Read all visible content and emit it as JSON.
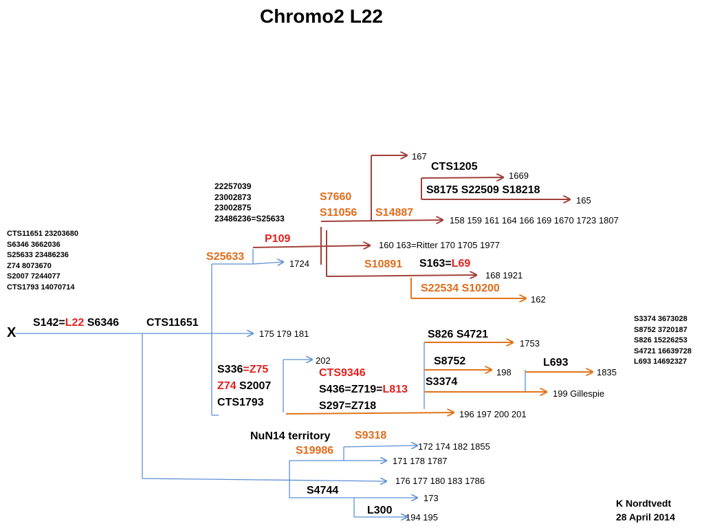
{
  "title": "Chromo2  L22",
  "root_label": "X",
  "nodes": {
    "s142_pre": "S142=",
    "l22": "L22",
    "s6346": " S6346",
    "cts11651": "CTS11651",
    "s25633": "S25633",
    "p109": "P109",
    "s7660": "S7660",
    "s11056": "S11056",
    "s14887": "S14887",
    "cts1205": "CTS1205",
    "s8175": "S8175 S22509 S18218",
    "s10891": "S10891",
    "s163_pre": "S163=",
    "l69": "L69",
    "s22534": "S22534 S10200",
    "s336_pre": "S336",
    "z75": "=Z75",
    "z74": "Z74",
    "s2007": "  S2007",
    "cts1793": "CTS1793",
    "cts9346": "CTS9346",
    "s436_pre": "S436=Z719=",
    "l813": "L813",
    "s297": "S297=Z718",
    "s826": "S826 S4721",
    "s8752": "S8752",
    "s3374": "S3374",
    "l693": "L693",
    "nun14": "NuN14 territory",
    "s9318": "S9318",
    "s19986": "S19986",
    "s4744": "S4744",
    "l300": "L300"
  },
  "leaves": {
    "l167": "167",
    "l1669": "1669",
    "l165": "165",
    "l158": "158 159 161 164 166  169  1670 1723 1807",
    "l160": "160 163=Ritter 170 1705 1977",
    "l1724": "1724",
    "l168": "168 1921",
    "l162": "162",
    "l175": "175 179 181",
    "l202": "202",
    "l1753": "1753",
    "l198": "198",
    "l1835": "1835",
    "l199": "199 Gillespie",
    "l196": "196 197 200 201",
    "l172": "172 174 182 1855",
    "l171": "171 178 1787",
    "l176": "176 177 180 183 1786",
    "l173": "173",
    "l194": "194 195"
  },
  "notes": {
    "positions_mid": [
      "22257039",
      "23002873",
      "23002875",
      "23486236=S25633"
    ],
    "positions_left": [
      "CTS11651 23203680",
      "S6346 3662036",
      "S25633 23486236",
      "Z74 8073670",
      "S2007 7244077",
      "CTS1793 14070714"
    ],
    "positions_right": [
      "S3374 3673028",
      "S8752 3720187",
      "S826 15226253",
      "S4721 16639728",
      "L693 14692327"
    ]
  },
  "credit": {
    "author": "K Nordtvedt",
    "date": "28 April 2014"
  },
  "colors": {
    "blue": "#5b8fd4",
    "dark_red": "#a0403a",
    "orange": "#e0741a",
    "red_text": "#e0201c",
    "orange_text": "#e06c1a"
  }
}
